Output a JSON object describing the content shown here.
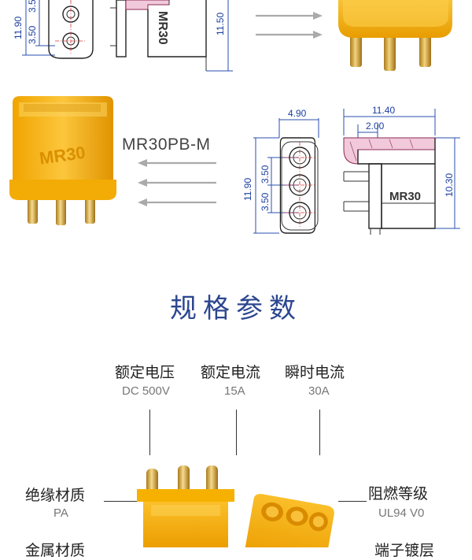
{
  "top_drawing": {
    "dims_left": [
      "11.90",
      "3.50",
      "3.5"
    ],
    "dims_right": [
      "11.50"
    ],
    "housing_marking": "MR30"
  },
  "model_label": "MR30PB-M",
  "drawing_front": {
    "width": "4.90",
    "height": "11.90",
    "pitch": [
      "3.50",
      "3.50"
    ]
  },
  "drawing_side": {
    "length": "11.40",
    "pin_offset": "2.00",
    "height": "10.30",
    "marking": "MR30"
  },
  "section_title": "规格参数",
  "specs_top": [
    {
      "name": "额定电压",
      "value": "DC 500V"
    },
    {
      "name": "额定电流",
      "value": "15A"
    },
    {
      "name": "瞬时电流",
      "value": "30A"
    }
  ],
  "specs_left": [
    {
      "name": "绝缘材质",
      "value": "PA"
    },
    {
      "name": "金属材质",
      "value": ""
    }
  ],
  "specs_right": [
    {
      "name": "阻燃等级",
      "value": "UL94 V0"
    },
    {
      "name": "端子镀层",
      "value": ""
    }
  ],
  "colors": {
    "housing": "#f5b000",
    "pin": "#e8b84a",
    "dimension": "#1c3fa0",
    "title": "#2c4690"
  }
}
